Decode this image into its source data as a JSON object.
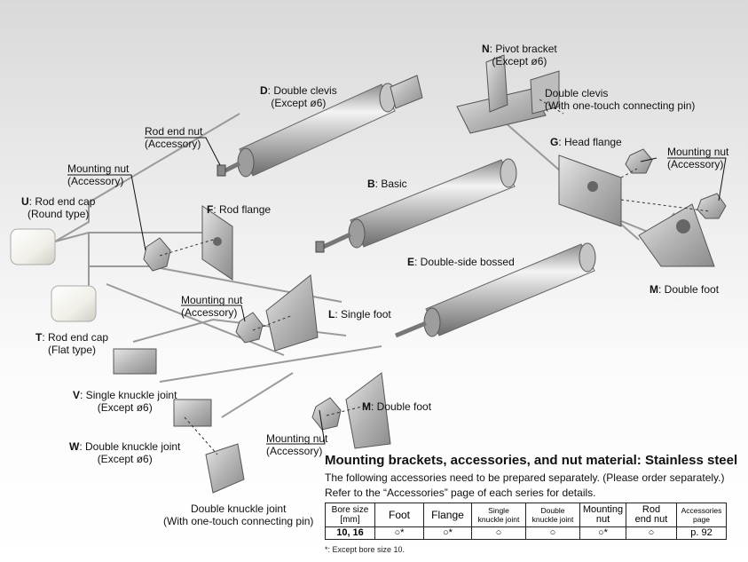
{
  "labels": {
    "n_code": "N",
    "n_title": ": Pivot bracket",
    "n_note": "(Except ø6)",
    "clevis_pin_1": "Double clevis",
    "clevis_pin_2": "(With one-touch connecting pin)",
    "d_code": "D",
    "d_title": ": Double clevis",
    "d_note": "(Except ø6)",
    "rod_end_nut_1": "Rod end nut",
    "rod_end_nut_2": "(Accessory)",
    "g_code": "G",
    "g_title": ": Head flange",
    "mnut_1": "Mounting nut",
    "mnut_2": "(Accessory)",
    "b_code": "B",
    "b_title": ": Basic",
    "u_code": "U",
    "u_title": ": Rod end cap",
    "u_note": "(Round type)",
    "f_code": "F",
    "f_title": ": Rod flange",
    "e_code": "E",
    "e_title": ": Double-side bossed",
    "m_code": "M",
    "m_title": ": Double foot",
    "l_code": "L",
    "l_title": ": Single foot",
    "t_code": "T",
    "t_title": ": Rod end cap",
    "t_note": "(Flat type)",
    "v_code": "V",
    "v_title": ": Single knuckle joint",
    "v_note": "(Except ø6)",
    "w_code": "W",
    "w_title": ": Double knuckle joint",
    "w_note": "(Except ø6)",
    "dk_pin_1": "Double knuckle joint",
    "dk_pin_2": "(With one-touch connecting pin)"
  },
  "info": {
    "heading": "Mounting brackets, accessories, and nut material: Stainless steel",
    "line1": "The following accessories need to be prepared separately. (Please order separately.)",
    "line2": "Refer to the “Accessories” page of each series for details.",
    "footnote": "*: Except bore size 10."
  },
  "table": {
    "h0a": "Bore size",
    "h0b": "[mm]",
    "h1": "Foot",
    "h2": "Flange",
    "h3a": "Single",
    "h3b": "knuckle joint",
    "h4a": "Double",
    "h4b": "knuckle joint",
    "h5a": "Mounting",
    "h5b": "nut",
    "h6a": "Rod",
    "h6b": "end nut",
    "h7a": "Accessories",
    "h7b": "page",
    "row": [
      "10, 16",
      "○*",
      "○*",
      "○",
      "○",
      "○*",
      "○",
      "p. 92"
    ]
  }
}
